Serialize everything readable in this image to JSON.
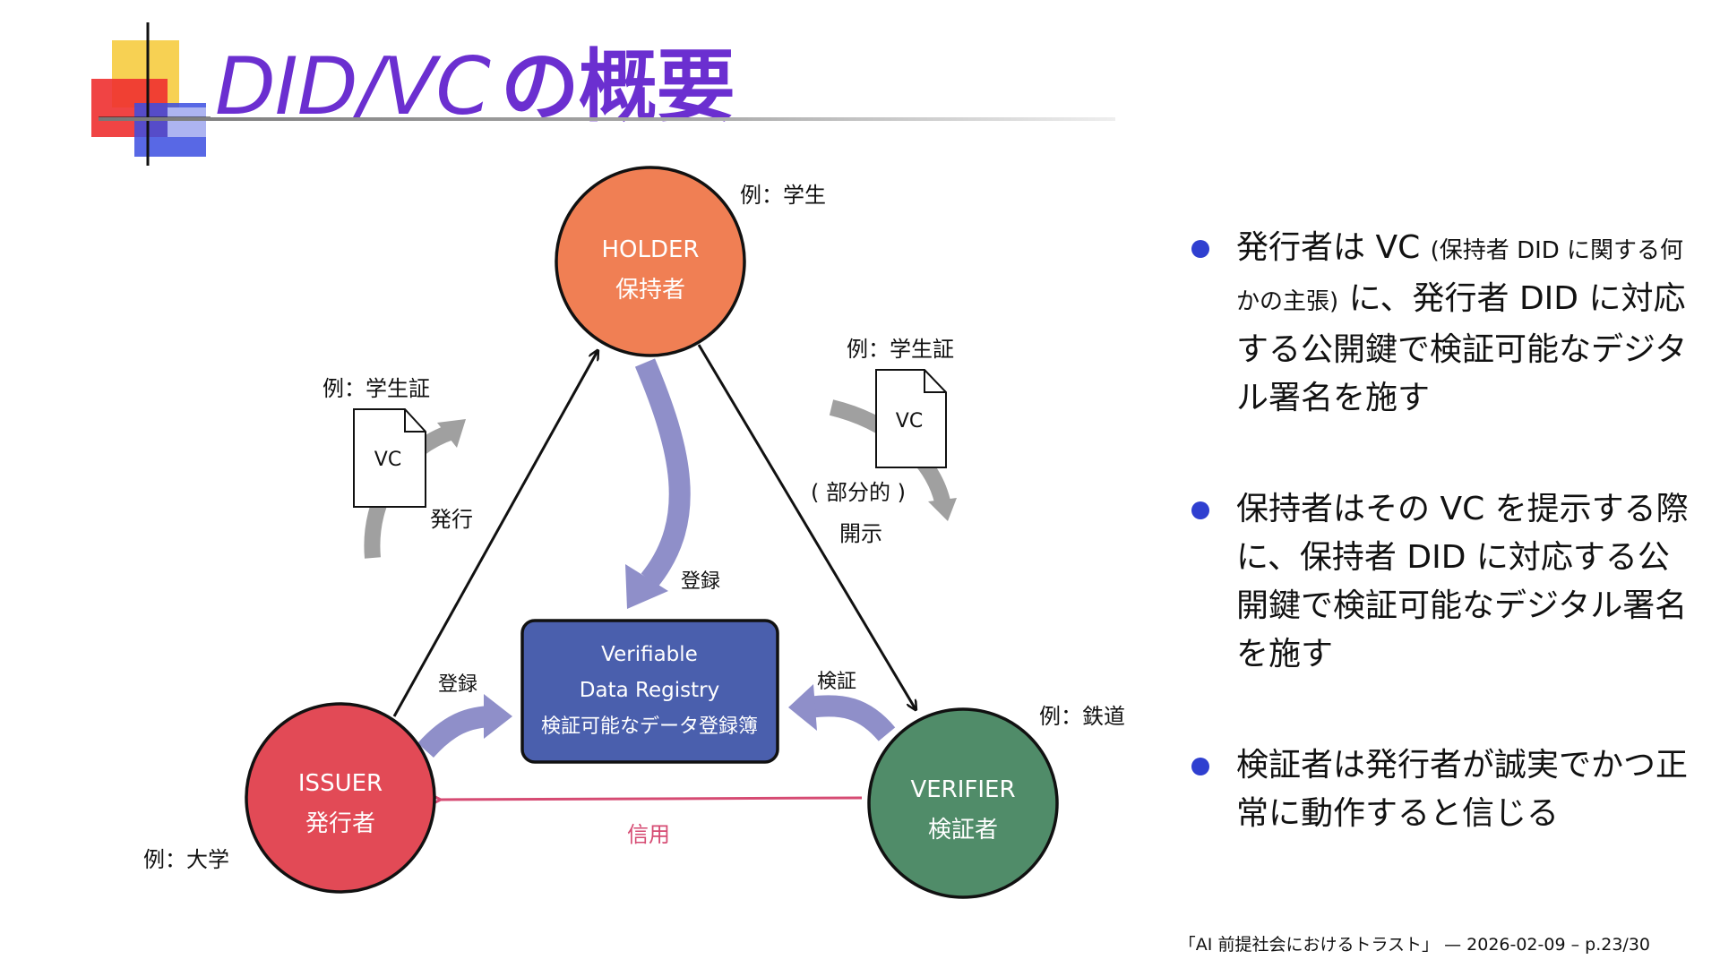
{
  "title": {
    "latin": "DID/VC",
    "jp": "の概要"
  },
  "diagram": {
    "holder": {
      "line1": "HOLDER",
      "line2": "保持者",
      "example": "例：学生",
      "color": "#f07f54"
    },
    "issuer": {
      "line1": "ISSUER",
      "line2": "発行者",
      "example": "例：大学",
      "color": "#e24a56"
    },
    "verifier": {
      "line1": "VERIFIER",
      "line2": "検証者",
      "example": "例：鉄道",
      "color": "#508c69"
    },
    "registry": {
      "line1": "Verifiable",
      "line2": "Data Registry",
      "line3": "検証可能なデータ登録簿",
      "color": "#4a5fad"
    },
    "issue_doc": {
      "example": "例：学生証",
      "doc": "VC",
      "label": "発行"
    },
    "present_doc": {
      "example": "例：学生証",
      "doc": "VC",
      "label1": "( 部分的 )",
      "label2": "開示"
    },
    "register_holder": "登録",
    "register_issuer": "登録",
    "verify": "検証",
    "trust": "信用",
    "trust_color": "#d64b73",
    "register_arrow_color": "#8f8fc9"
  },
  "bullets": [
    {
      "main1": "発行者は VC ",
      "small": "(保持者 DID に関する何かの主張)",
      "main2": " に、発行者 DID に対応する公開鍵で検証可能なデジタル署名を施す"
    },
    {
      "text": "保持者はその VC を提示する際に、保持者 DID に対応する公開鍵で検証可能なデジタル署名を施す"
    },
    {
      "text": "検証者は発行者が誠実でかつ正常に動作すると信じる"
    }
  ],
  "bullet_color": "#2f3fd0",
  "footer": "「AI 前提社会におけるトラスト」 — 2026-02-09 – p.23/30"
}
